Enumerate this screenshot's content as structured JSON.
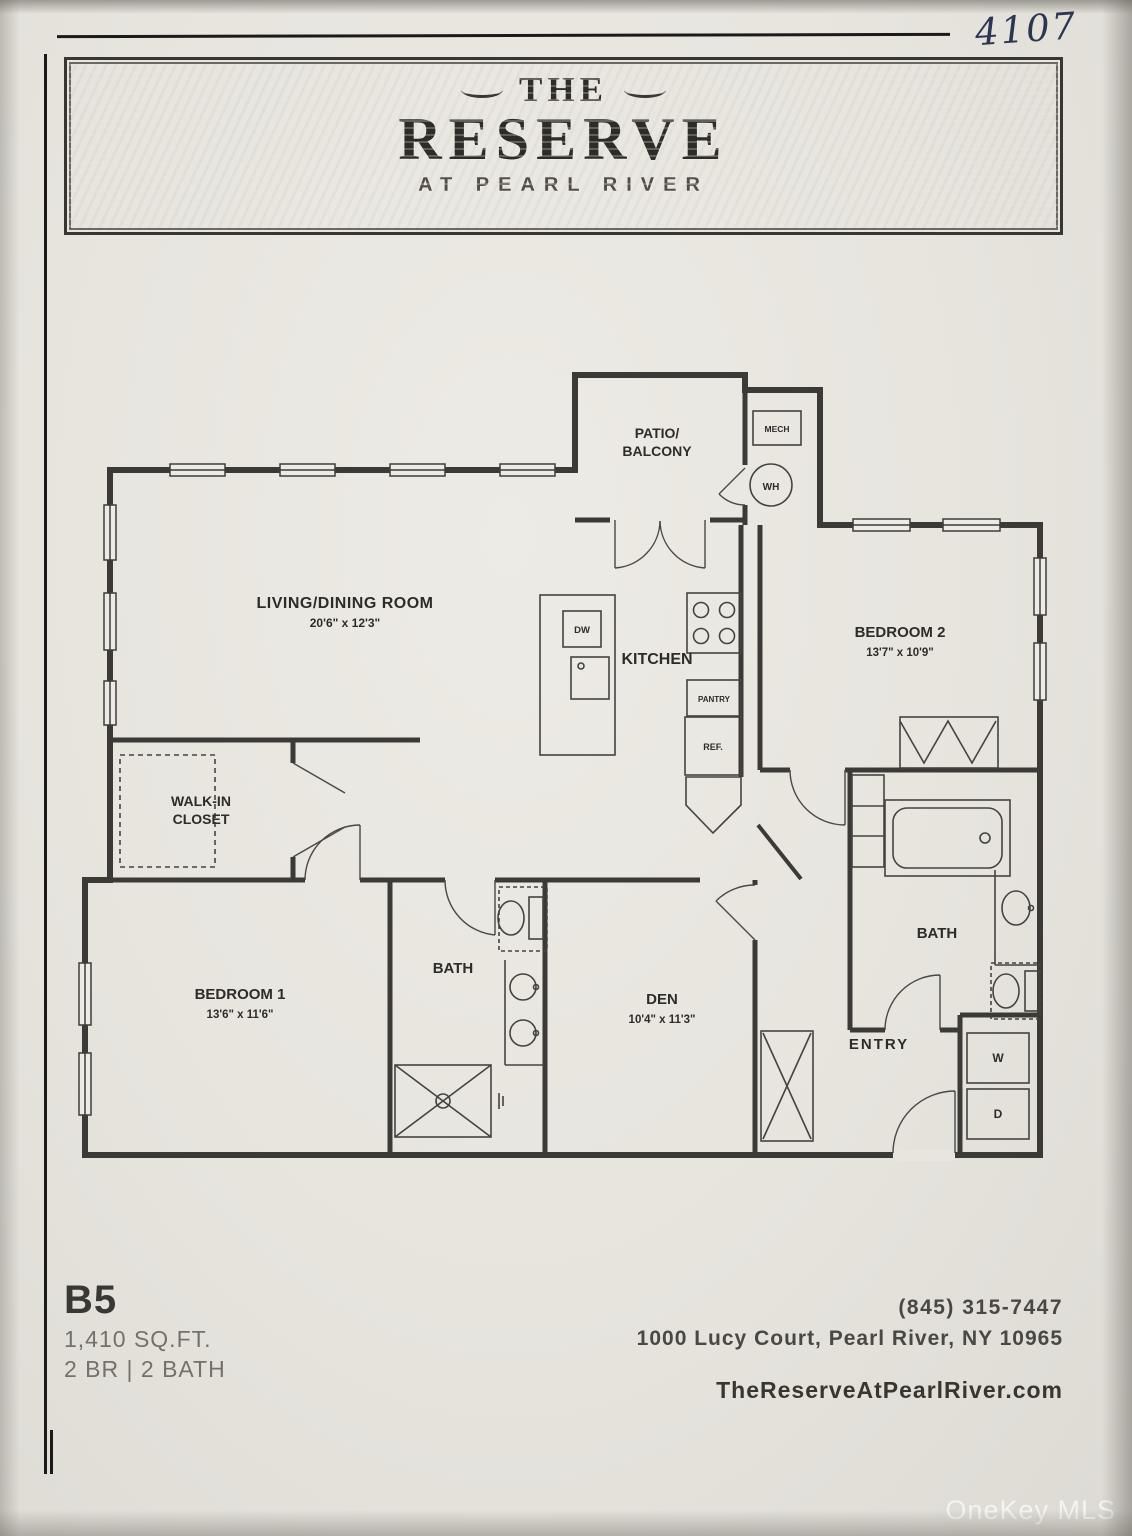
{
  "photo": {
    "handwritten_number": "4107",
    "watermark": "OneKey MLS"
  },
  "logo": {
    "the": "THE",
    "reserve": "RESERVE",
    "tagline": "AT PEARL RIVER"
  },
  "plan": {
    "rooms": {
      "patio_line1": "PATIO/",
      "patio_line2": "BALCONY",
      "living_name": "LIVING/DINING ROOM",
      "living_dims": "20'6\" x 12'3\"",
      "kitchen_name": "KITCHEN",
      "bedroom2_name": "BEDROOM 2",
      "bedroom2_dims": "13'7\" x 10'9\"",
      "walkin_line1": "WALK-IN",
      "walkin_line2": "CLOSET",
      "bedroom1_name": "BEDROOM 1",
      "bedroom1_dims": "13'6\" x 11'6\"",
      "bath1_name": "BATH",
      "den_name": "DEN",
      "den_dims": "10'4\" x 11'3\"",
      "bath2_name": "BATH",
      "entry_name": "ENTRY"
    },
    "fixtures": {
      "mech": "MECH",
      "water_heater": "WH",
      "dishwasher": "DW",
      "pantry": "PANTRY",
      "refrigerator": "REF.",
      "washer": "W",
      "dryer": "D"
    }
  },
  "footer": {
    "unit": "B5",
    "sqft": "1,410 SQ.FT.",
    "config": "2 BR | 2 BATH",
    "phone": "(845) 315-7447",
    "address": "1000 Lucy Court, Pearl River, NY 10965",
    "website": "TheReserveAtPearlRiver.com"
  }
}
